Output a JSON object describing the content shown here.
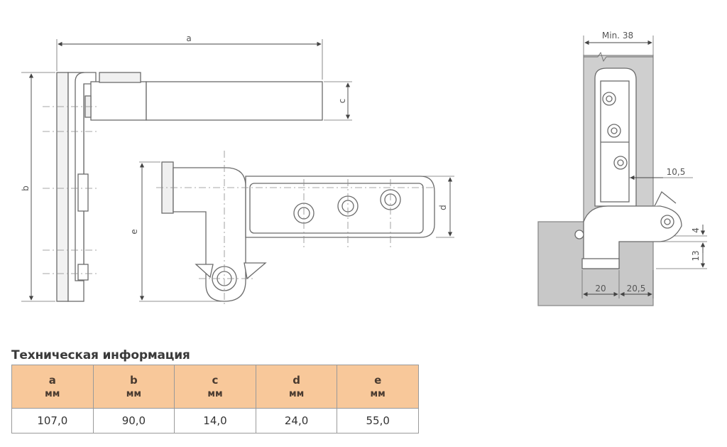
{
  "diagram": {
    "labels": {
      "a": "a",
      "b": "b",
      "c": "c",
      "d": "d",
      "e": "e",
      "min38": "Min. 38",
      "dim_10_5": "10,5",
      "dim_4": "4",
      "dim_13": "13",
      "dim_20": "20",
      "dim_20_5": "20,5"
    }
  },
  "section_title": "Техническая информация",
  "table": {
    "columns": [
      {
        "symbol": "a",
        "unit": "мм"
      },
      {
        "symbol": "b",
        "unit": "мм"
      },
      {
        "symbol": "c",
        "unit": "мм"
      },
      {
        "symbol": "d",
        "unit": "мм"
      },
      {
        "symbol": "e",
        "unit": "мм"
      }
    ],
    "rows": [
      [
        "107,0",
        "90,0",
        "14,0",
        "24,0",
        "55,0"
      ]
    ]
  },
  "colors": {
    "header_bg": "#f8c89a",
    "line": "#6b6b6b",
    "wall_fill": "#c8c8c8"
  }
}
